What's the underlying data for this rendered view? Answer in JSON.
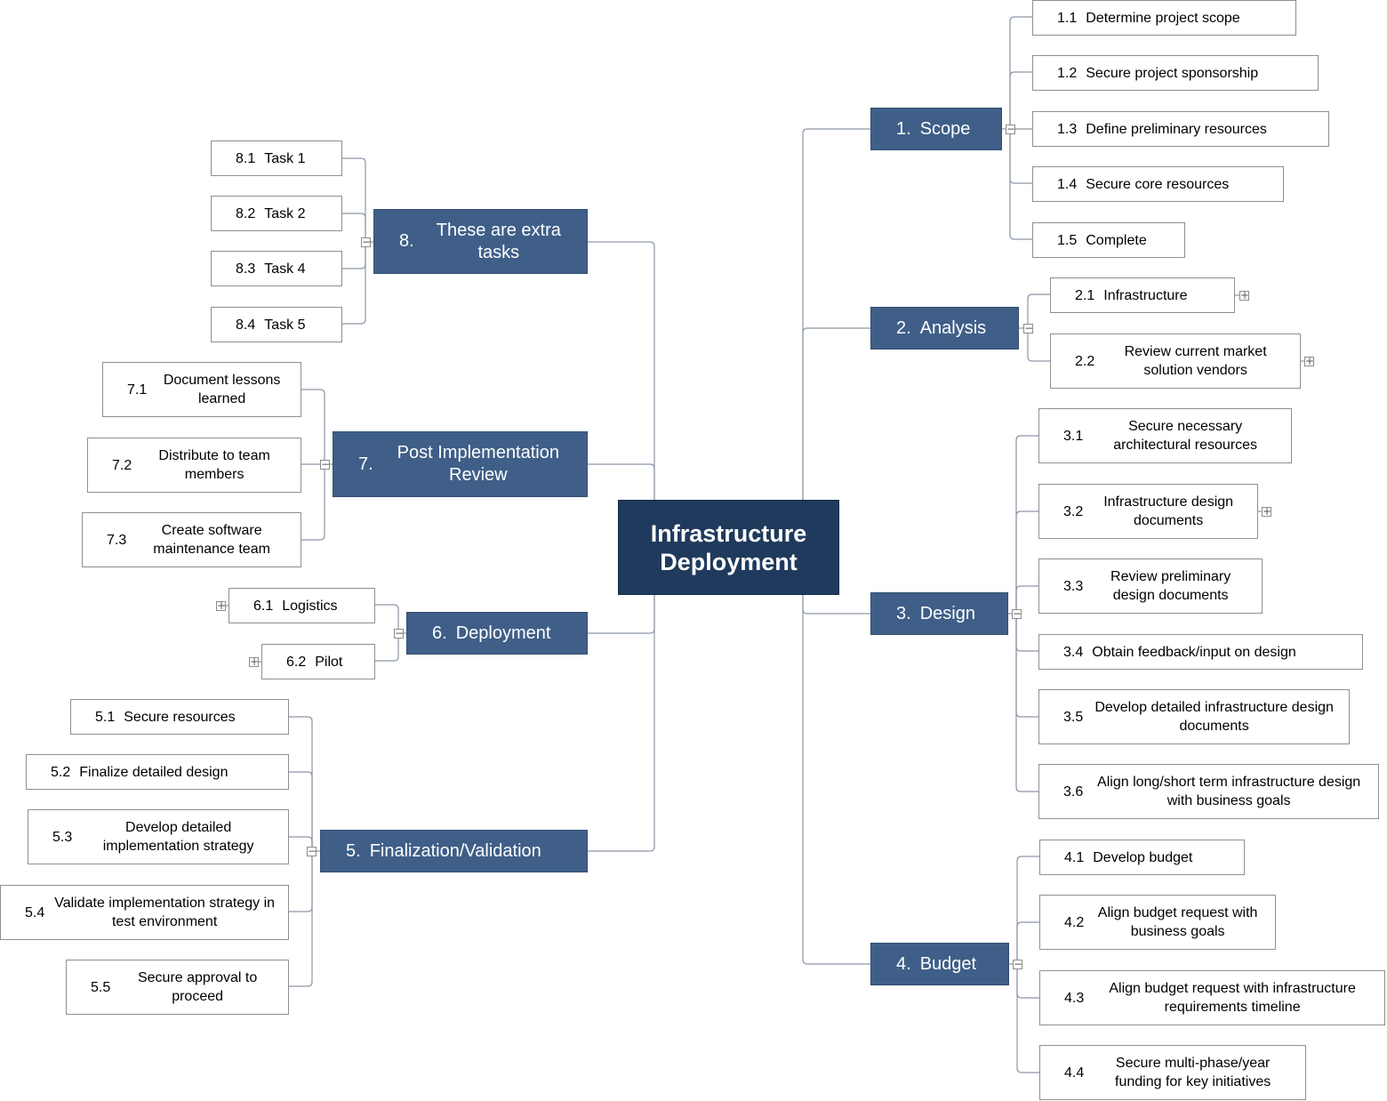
{
  "center": {
    "label": "Infrastructure Deployment"
  },
  "branches": [
    {
      "num": "1.",
      "label": "Scope",
      "children": [
        {
          "num": "1.1",
          "label": "Determine project scope"
        },
        {
          "num": "1.2",
          "label": "Secure project sponsorship"
        },
        {
          "num": "1.3",
          "label": "Define preliminary resources"
        },
        {
          "num": "1.4",
          "label": "Secure core resources"
        },
        {
          "num": "1.5",
          "label": "Complete"
        }
      ]
    },
    {
      "num": "2.",
      "label": "Analysis",
      "children": [
        {
          "num": "2.1",
          "label": "Infrastructure"
        },
        {
          "num": "2.2",
          "label": "Review current market solution vendors"
        }
      ]
    },
    {
      "num": "3.",
      "label": "Design",
      "children": [
        {
          "num": "3.1",
          "label": "Secure necessary architectural resources"
        },
        {
          "num": "3.2",
          "label": "Infrastructure design documents"
        },
        {
          "num": "3.3",
          "label": "Review preliminary design documents"
        },
        {
          "num": "3.4",
          "label": "Obtain feedback/input on design"
        },
        {
          "num": "3.5",
          "label": "Develop detailed infrastructure design documents"
        },
        {
          "num": "3.6",
          "label": "Align long/short term infrastructure design with business goals"
        }
      ]
    },
    {
      "num": "4.",
      "label": "Budget",
      "children": [
        {
          "num": "4.1",
          "label": "Develop budget"
        },
        {
          "num": "4.2",
          "label": "Align budget request with business goals"
        },
        {
          "num": "4.3",
          "label": "Align budget request with infrastructure requirements timeline"
        },
        {
          "num": "4.4",
          "label": "Secure multi-phase/year funding for key initiatives"
        }
      ]
    },
    {
      "num": "5.",
      "label": "Finalization/Validation",
      "children": [
        {
          "num": "5.1",
          "label": "Secure resources"
        },
        {
          "num": "5.2",
          "label": "Finalize detailed design"
        },
        {
          "num": "5.3",
          "label": "Develop detailed implementation strategy"
        },
        {
          "num": "5.4",
          "label": "Validate implementation strategy in test environment"
        },
        {
          "num": "5.5",
          "label": "Secure approval to proceed"
        }
      ]
    },
    {
      "num": "6.",
      "label": "Deployment",
      "children": [
        {
          "num": "6.1",
          "label": "Logistics"
        },
        {
          "num": "6.2",
          "label": "Pilot"
        }
      ]
    },
    {
      "num": "7.",
      "label": "Post Implementation Review",
      "children": [
        {
          "num": "7.1",
          "label": "Document lessons learned"
        },
        {
          "num": "7.2",
          "label": "Distribute to team members"
        },
        {
          "num": "7.3",
          "label": "Create software maintenance team"
        }
      ]
    },
    {
      "num": "8.",
      "label": "These are extra tasks",
      "children": [
        {
          "num": "8.1",
          "label": "Task 1"
        },
        {
          "num": "8.2",
          "label": "Task 2"
        },
        {
          "num": "8.3",
          "label": "Task 4"
        },
        {
          "num": "8.4",
          "label": "Task 5"
        }
      ]
    }
  ],
  "colors": {
    "center": "#1f3a5c",
    "branch": "#3f5f88",
    "line": "#8c96a6"
  },
  "icons": {
    "collapse": "collapse-toggle-icon",
    "expand": "expand-toggle-icon"
  }
}
